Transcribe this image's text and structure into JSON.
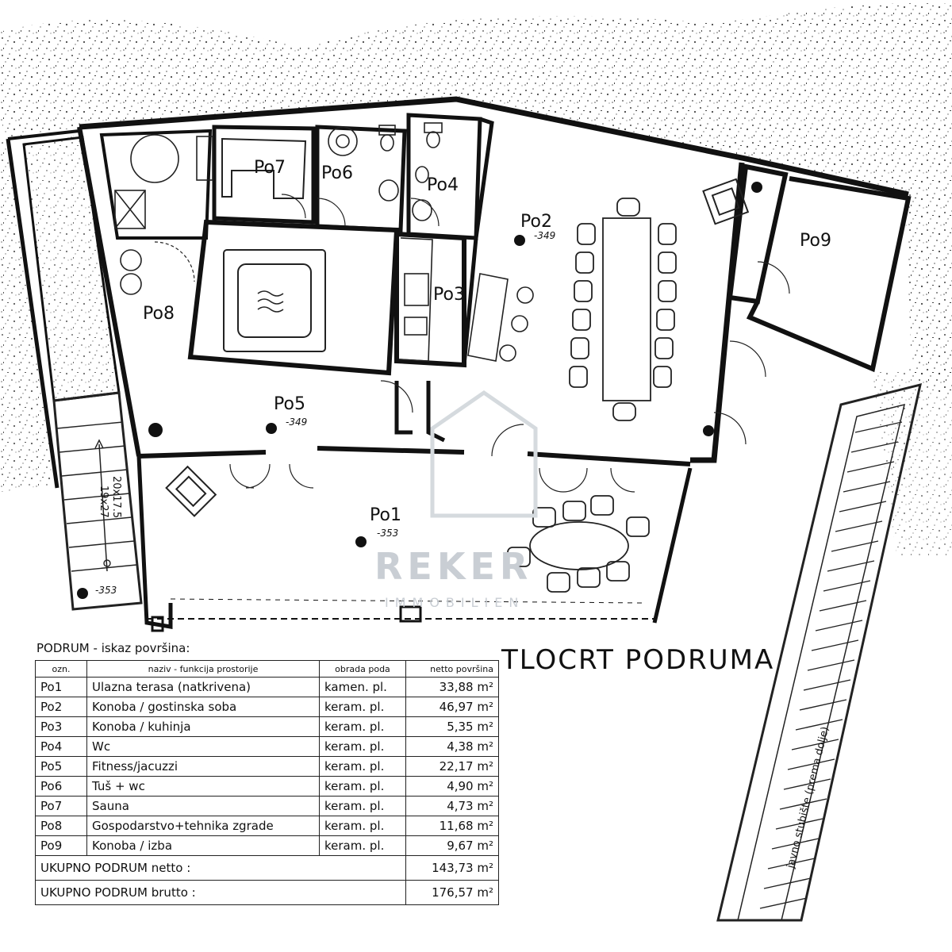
{
  "plan": {
    "title": "TLOCRT PODRUMA",
    "rooms": [
      {
        "code": "Po1",
        "level": "-353"
      },
      {
        "code": "Po2",
        "level": "-349"
      },
      {
        "code": "Po3"
      },
      {
        "code": "Po4"
      },
      {
        "code": "Po5",
        "level": "-349"
      },
      {
        "code": "Po6"
      },
      {
        "code": "Po7"
      },
      {
        "code": "Po8"
      },
      {
        "code": "Po9"
      }
    ],
    "outside_level": "-353",
    "stair_dimension": "20x17.5",
    "stair_dimension_2": "19x27",
    "public_stairs_label": "javno stubište (prema dolje)"
  },
  "watermark": {
    "name": "REKER",
    "sub": "IMMOBILIEN"
  },
  "table": {
    "heading": "PODRUM  - iskaz površina:",
    "headers": [
      "ozn.",
      "naziv - funkcija prostorije",
      "obrada poda",
      "netto površina"
    ],
    "unit": "m²",
    "rows": [
      {
        "code": "Po1",
        "name": "Ulazna terasa (natkrivena)",
        "floor": "kamen. pl.",
        "area": "33,88"
      },
      {
        "code": "Po2",
        "name": "Konoba / gostinska soba",
        "floor": "keram. pl.",
        "area": "46,97"
      },
      {
        "code": "Po3",
        "name": "Konoba / kuhinja",
        "floor": "keram. pl.",
        "area": "5,35"
      },
      {
        "code": "Po4",
        "name": "Wc",
        "floor": "keram. pl.",
        "area": "4,38"
      },
      {
        "code": "Po5",
        "name": "Fitness/jacuzzi",
        "floor": "keram. pl.",
        "area": "22,17"
      },
      {
        "code": "Po6",
        "name": "Tuš + wc",
        "floor": "keram. pl.",
        "area": "4,90"
      },
      {
        "code": "Po7",
        "name": "Sauna",
        "floor": "keram. pl.",
        "area": "4,73"
      },
      {
        "code": "Po8",
        "name": "Gospodarstvo+tehnika zgrade",
        "floor": "keram. pl.",
        "area": "11,68"
      },
      {
        "code": "Po9",
        "name": "Konoba / izba",
        "floor": "keram. pl.",
        "area": "9,67"
      }
    ],
    "totals": [
      {
        "label": "UKUPNO PODRUM netto :",
        "area": "143,73"
      },
      {
        "label": "UKUPNO PODRUM brutto :",
        "area": "176,57"
      }
    ]
  }
}
